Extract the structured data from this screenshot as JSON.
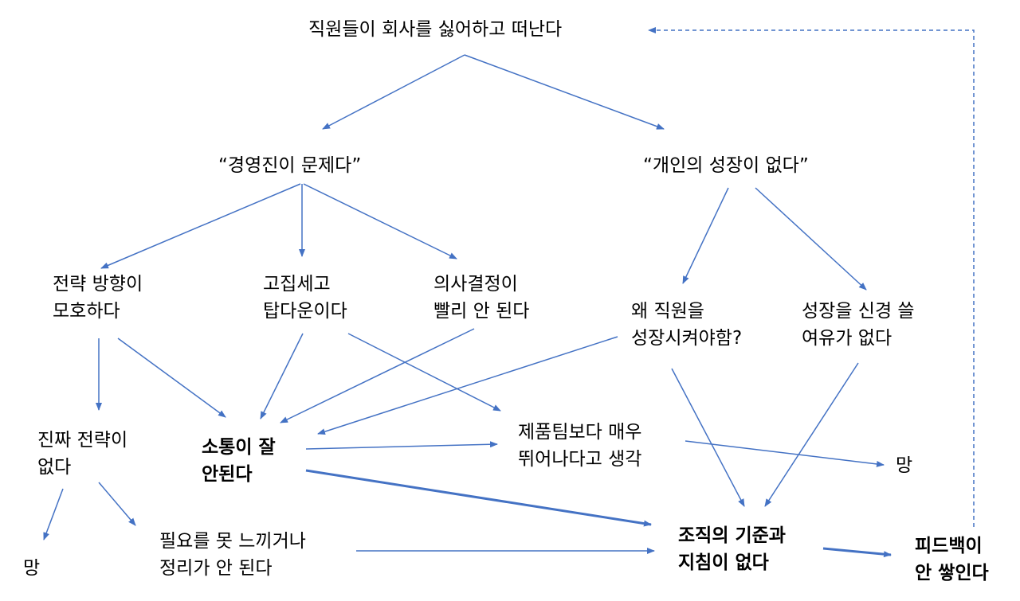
{
  "nodes": {
    "top": [
      "직원들이 회사를 싫어하고 떠난다"
    ],
    "management": [
      "“경영진이 문제다”"
    ],
    "growth": [
      "“개인의 성장이 없다”"
    ],
    "strategy_vague": [
      "전략 방향이",
      "모호하다"
    ],
    "stubborn": [
      "고집세고",
      "탑다운이다"
    ],
    "decision_slow": [
      "의사결정이",
      "빨리 안 된다"
    ],
    "why_grow": [
      "왜 직원을",
      "성장시켜야함?"
    ],
    "no_room": [
      "성장을 신경 쓸",
      "여유가 없다"
    ],
    "no_strategy": [
      "진짜 전략이",
      "없다"
    ],
    "communication": [
      "소통이 잘",
      "안된다"
    ],
    "product_team": [
      "제품팀보다 매우",
      "뛰어나다고 생각"
    ],
    "ruin_right": [
      "망"
    ],
    "ruin_left": [
      "망"
    ],
    "no_need": [
      "필요를 못 느끼거나",
      "정리가 안 된다"
    ],
    "no_criteria": [
      "조직의 기준과",
      "지침이 없다"
    ],
    "no_feedback": [
      "피드백이",
      "안 쌓인다"
    ]
  },
  "colors": {
    "arrow": "#4472c4",
    "text": "#000000"
  }
}
